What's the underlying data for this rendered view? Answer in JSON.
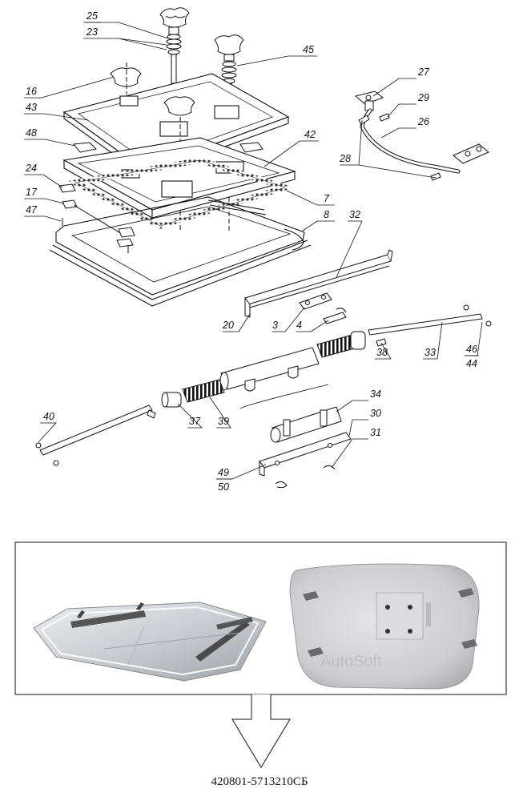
{
  "diagram": {
    "callouts": [
      {
        "id": "c25",
        "text": "25"
      },
      {
        "id": "c23",
        "text": "23"
      },
      {
        "id": "c45",
        "text": "45"
      },
      {
        "id": "c16",
        "text": "16"
      },
      {
        "id": "c43",
        "text": "43"
      },
      {
        "id": "c48",
        "text": "48"
      },
      {
        "id": "c42",
        "text": "42"
      },
      {
        "id": "c24",
        "text": "24"
      },
      {
        "id": "c17",
        "text": "17"
      },
      {
        "id": "c47",
        "text": "47"
      },
      {
        "id": "c7",
        "text": "7"
      },
      {
        "id": "c8",
        "text": "8"
      },
      {
        "id": "c27",
        "text": "27"
      },
      {
        "id": "c29",
        "text": "29"
      },
      {
        "id": "c26",
        "text": "26"
      },
      {
        "id": "c28",
        "text": "28"
      },
      {
        "id": "c32",
        "text": "32"
      },
      {
        "id": "c20",
        "text": "20"
      },
      {
        "id": "c3",
        "text": "3"
      },
      {
        "id": "c4",
        "text": "4"
      },
      {
        "id": "c38",
        "text": "38"
      },
      {
        "id": "c33",
        "text": "33"
      },
      {
        "id": "c46",
        "text": "46"
      },
      {
        "id": "c44",
        "text": "44"
      },
      {
        "id": "c34",
        "text": "34"
      },
      {
        "id": "c30",
        "text": "30"
      },
      {
        "id": "c31",
        "text": "31"
      },
      {
        "id": "c40",
        "text": "40"
      },
      {
        "id": "c37",
        "text": "37"
      },
      {
        "id": "c39",
        "text": "39"
      },
      {
        "id": "c49",
        "text": "49"
      },
      {
        "id": "c50",
        "text": "50"
      }
    ]
  },
  "photos": {
    "watermark": "AutoSoft"
  },
  "part_number": "420801-5713210СБ"
}
